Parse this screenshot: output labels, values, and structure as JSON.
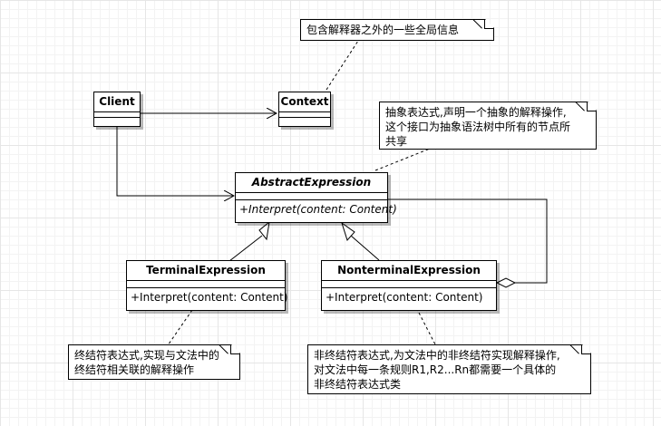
{
  "classes": {
    "client": {
      "name": "Client"
    },
    "context": {
      "name": "Context"
    },
    "abstract_expression": {
      "name": "AbstractExpression",
      "operation": "+Interpret(content: Content)"
    },
    "terminal_expression": {
      "name": "TerminalExpression",
      "operation": "+Interpret(content: Content)"
    },
    "nonterminal_expression": {
      "name": "NonterminalExpression",
      "operation": "+Interpret(content: Content)"
    }
  },
  "notes": {
    "context_note": {
      "lines": [
        "包含解释器之外的一些全局信息"
      ]
    },
    "abstract_note": {
      "lines": [
        "抽象表达式,声明一个抽象的解释操作,",
        "这个接口为抽象语法树中所有的节点所",
        "共享"
      ]
    },
    "terminal_note": {
      "lines": [
        "终结符表达式,实现与文法中的",
        "终结符相关联的解释操作"
      ]
    },
    "nonterminal_note": {
      "lines": [
        "非终结符表达式,为文法中的非终结符实现解释操作,",
        "对文法中每一条规则R1,R2...Rn都需要一个具体的",
        "非终结符表达式类"
      ]
    }
  }
}
